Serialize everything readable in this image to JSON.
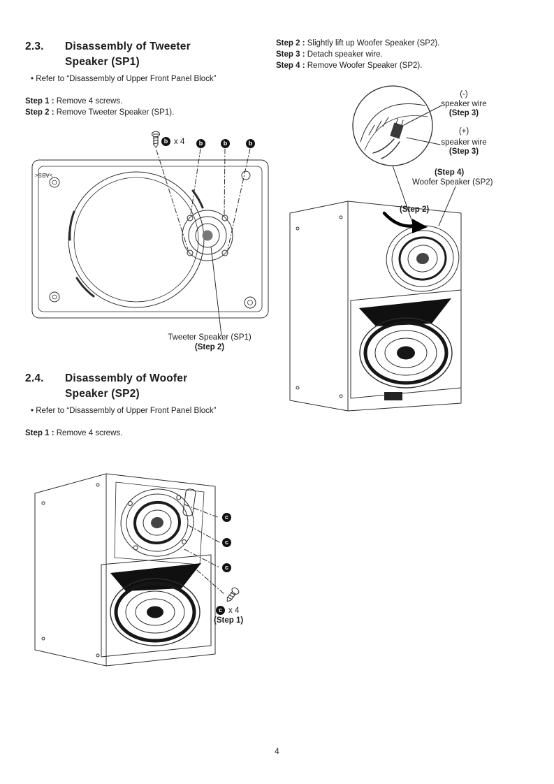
{
  "page": {
    "number": "4"
  },
  "sections": {
    "s23": {
      "number": "2.3.",
      "title1": "Disassembly of Tweeter",
      "title2": "Speaker (SP1)",
      "refer": "• Refer to “Disassembly of Upper Front Panel Block”",
      "step1_label": "Step 1 :",
      "step1_text": "Remove 4 screws.",
      "step2_label": "Step 2 :",
      "step2_text": "Remove Tweeter Speaker (SP1)."
    },
    "s24": {
      "number": "2.4.",
      "title1": "Disassembly of Woofer",
      "title2": "Speaker (SP2)",
      "refer": "• Refer to “Disassembly of Upper Front Panel Block”",
      "step1_label": "Step 1 :",
      "step1_text": "Remove 4 screws."
    }
  },
  "right_column": {
    "step2_label": "Step 2 :",
    "step2_text": "Slightly lift up Woofer Speaker (SP2).",
    "step3_label": "Step 3 :",
    "step3_text": "Detach speaker wire.",
    "step4_label": "Step 4 :",
    "step4_text": "Remove Woofer Speaker (SP2)."
  },
  "diagram1": {
    "screw_letter": "b",
    "qty": "x 4",
    "abs_marking": ">ABS<",
    "caption1": "Tweeter Speaker (SP1)",
    "caption2": "(Step 2)"
  },
  "diagram2": {
    "neg_sign": "(-)",
    "neg_wire": "speaker wire",
    "neg_step": "(Step 3)",
    "pos_sign": "(+)",
    "pos_wire": "speaker wire",
    "pos_step": "(Step 3)",
    "step4_tag": "(Step 4)",
    "step4_part": "Woofer Speaker (SP2)",
    "step2_tag": "(Step 2)"
  },
  "diagram3": {
    "screw_letter": "c",
    "qty": "x 4",
    "step_tag": "(Step 1)"
  }
}
